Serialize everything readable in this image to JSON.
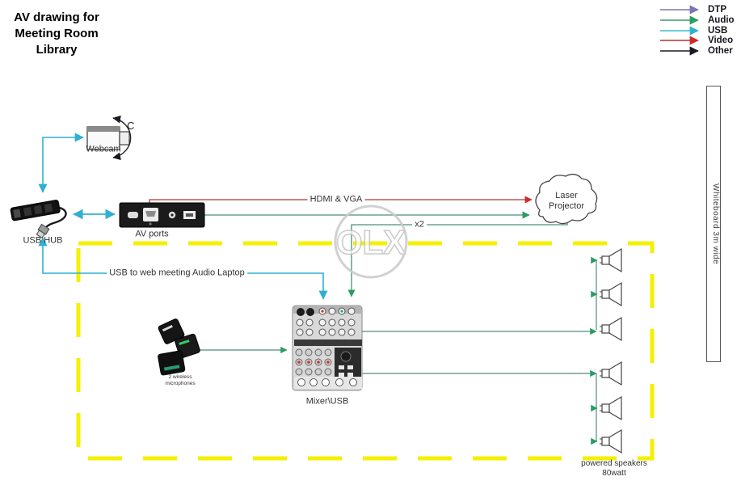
{
  "title": "AV drawing for\nMeeting Room\nLibrary",
  "legend": {
    "items": [
      {
        "label": "DTP",
        "color": "#7b74b5"
      },
      {
        "label": "Audio",
        "color": "#3a9a6e"
      },
      {
        "label": "USB",
        "color": "#3fbccc"
      },
      {
        "label": "Video",
        "color": "#cc2b2b"
      },
      {
        "label": "Other",
        "color": "#1a1a24"
      }
    ]
  },
  "nodes": {
    "webcam": {
      "label": "Webcam",
      "rotation_mark": "C"
    },
    "usb_hub": {
      "label": "USB HUB"
    },
    "av_ports": {
      "label": "AV ports"
    },
    "laser_projector": {
      "label": "Laser\nProjector"
    },
    "mixer": {
      "label": "Mixer\\USB"
    },
    "microphones": {
      "label": "2 wireless\nmicrophones"
    },
    "powered_speakers": {
      "label": "powered speakers\n80watt",
      "count": 6
    },
    "whiteboard": {
      "label": "Whiteboard 3m wide"
    }
  },
  "connections": {
    "hdmi_vga": {
      "label": "HDMI & VGA",
      "color": "#b13434"
    },
    "projector_x2": {
      "label": "x2",
      "color": "#4f8d7c"
    },
    "usb_laptop": {
      "label": "USB to web meeting Audio Laptop",
      "color": "#2fb0d2"
    }
  },
  "room": {
    "border_color": "#f3f000"
  },
  "watermark": {
    "text": "OLX"
  }
}
